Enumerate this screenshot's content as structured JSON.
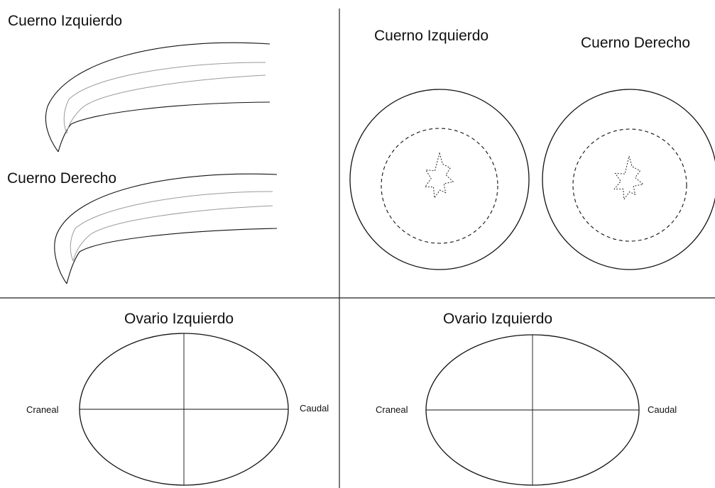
{
  "top_left": {
    "left_horn_label": "Cuerno Izquierdo",
    "right_horn_label": "Cuerno Derecho"
  },
  "top_right": {
    "left_horn_label": "Cuerno Izquierdo",
    "right_horn_label": "Cuerno Derecho"
  },
  "bottom_left": {
    "title": "Ovario Izquierdo",
    "cranial_label": "Craneal",
    "caudal_label": "Caudal"
  },
  "bottom_right": {
    "title": "Ovario Izquierdo",
    "cranial_label": "Craneal",
    "caudal_label": "Caudal"
  },
  "colors": {
    "stroke": "#111111",
    "inner_stroke": "#9a9a9a",
    "background": "#ffffff"
  }
}
